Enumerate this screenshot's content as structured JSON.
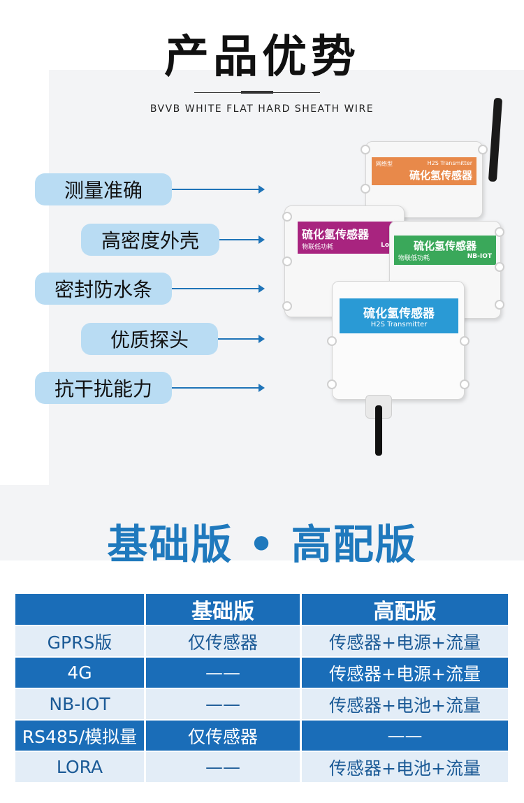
{
  "header": {
    "title": "产品优势",
    "subtitle": "BVVB WHITE FLAT HARD SHEATH WIRE"
  },
  "features": [
    {
      "label": "测量准确"
    },
    {
      "label": "高密度外壳"
    },
    {
      "label": "密封防水条"
    },
    {
      "label": "优质探头"
    },
    {
      "label": "抗干扰能力"
    }
  ],
  "devices": {
    "orange": {
      "tag": "网络型",
      "top": "H2S Transmitter",
      "name": "硫化氢传感器",
      "color": "#e8894a"
    },
    "purple": {
      "name": "硫化氢传感器",
      "sub_left": "物联低功耗",
      "sub_right": "LoRa",
      "color": "#a8247f"
    },
    "green": {
      "name": "硫化氢传感器",
      "sub_left": "物联低功耗",
      "sub_right": "NB-IOT",
      "color": "#3aa85a"
    },
    "blue": {
      "name": "硫化氢传感器",
      "sub": "H2S Transmitter",
      "color": "#2a9ad5"
    }
  },
  "section": {
    "title": "基础版 • 高配版"
  },
  "table": {
    "headers": [
      "",
      "基础版",
      "高配版"
    ],
    "rows": [
      [
        "GPRS版",
        "仅传感器",
        "传感器+电源+流量"
      ],
      [
        "4G",
        "——",
        "传感器+电源+流量"
      ],
      [
        "NB-IOT",
        "——",
        "传感器+电池+流量"
      ],
      [
        "RS485/模拟量",
        "仅传感器",
        "——"
      ],
      [
        "LORA",
        "——",
        "传感器+电池+流量"
      ]
    ]
  },
  "colors": {
    "accent_blue": "#1f79bd",
    "table_dark": "#1a6db8",
    "table_light": "#e3edf7",
    "pill": "#b9dcf3"
  }
}
